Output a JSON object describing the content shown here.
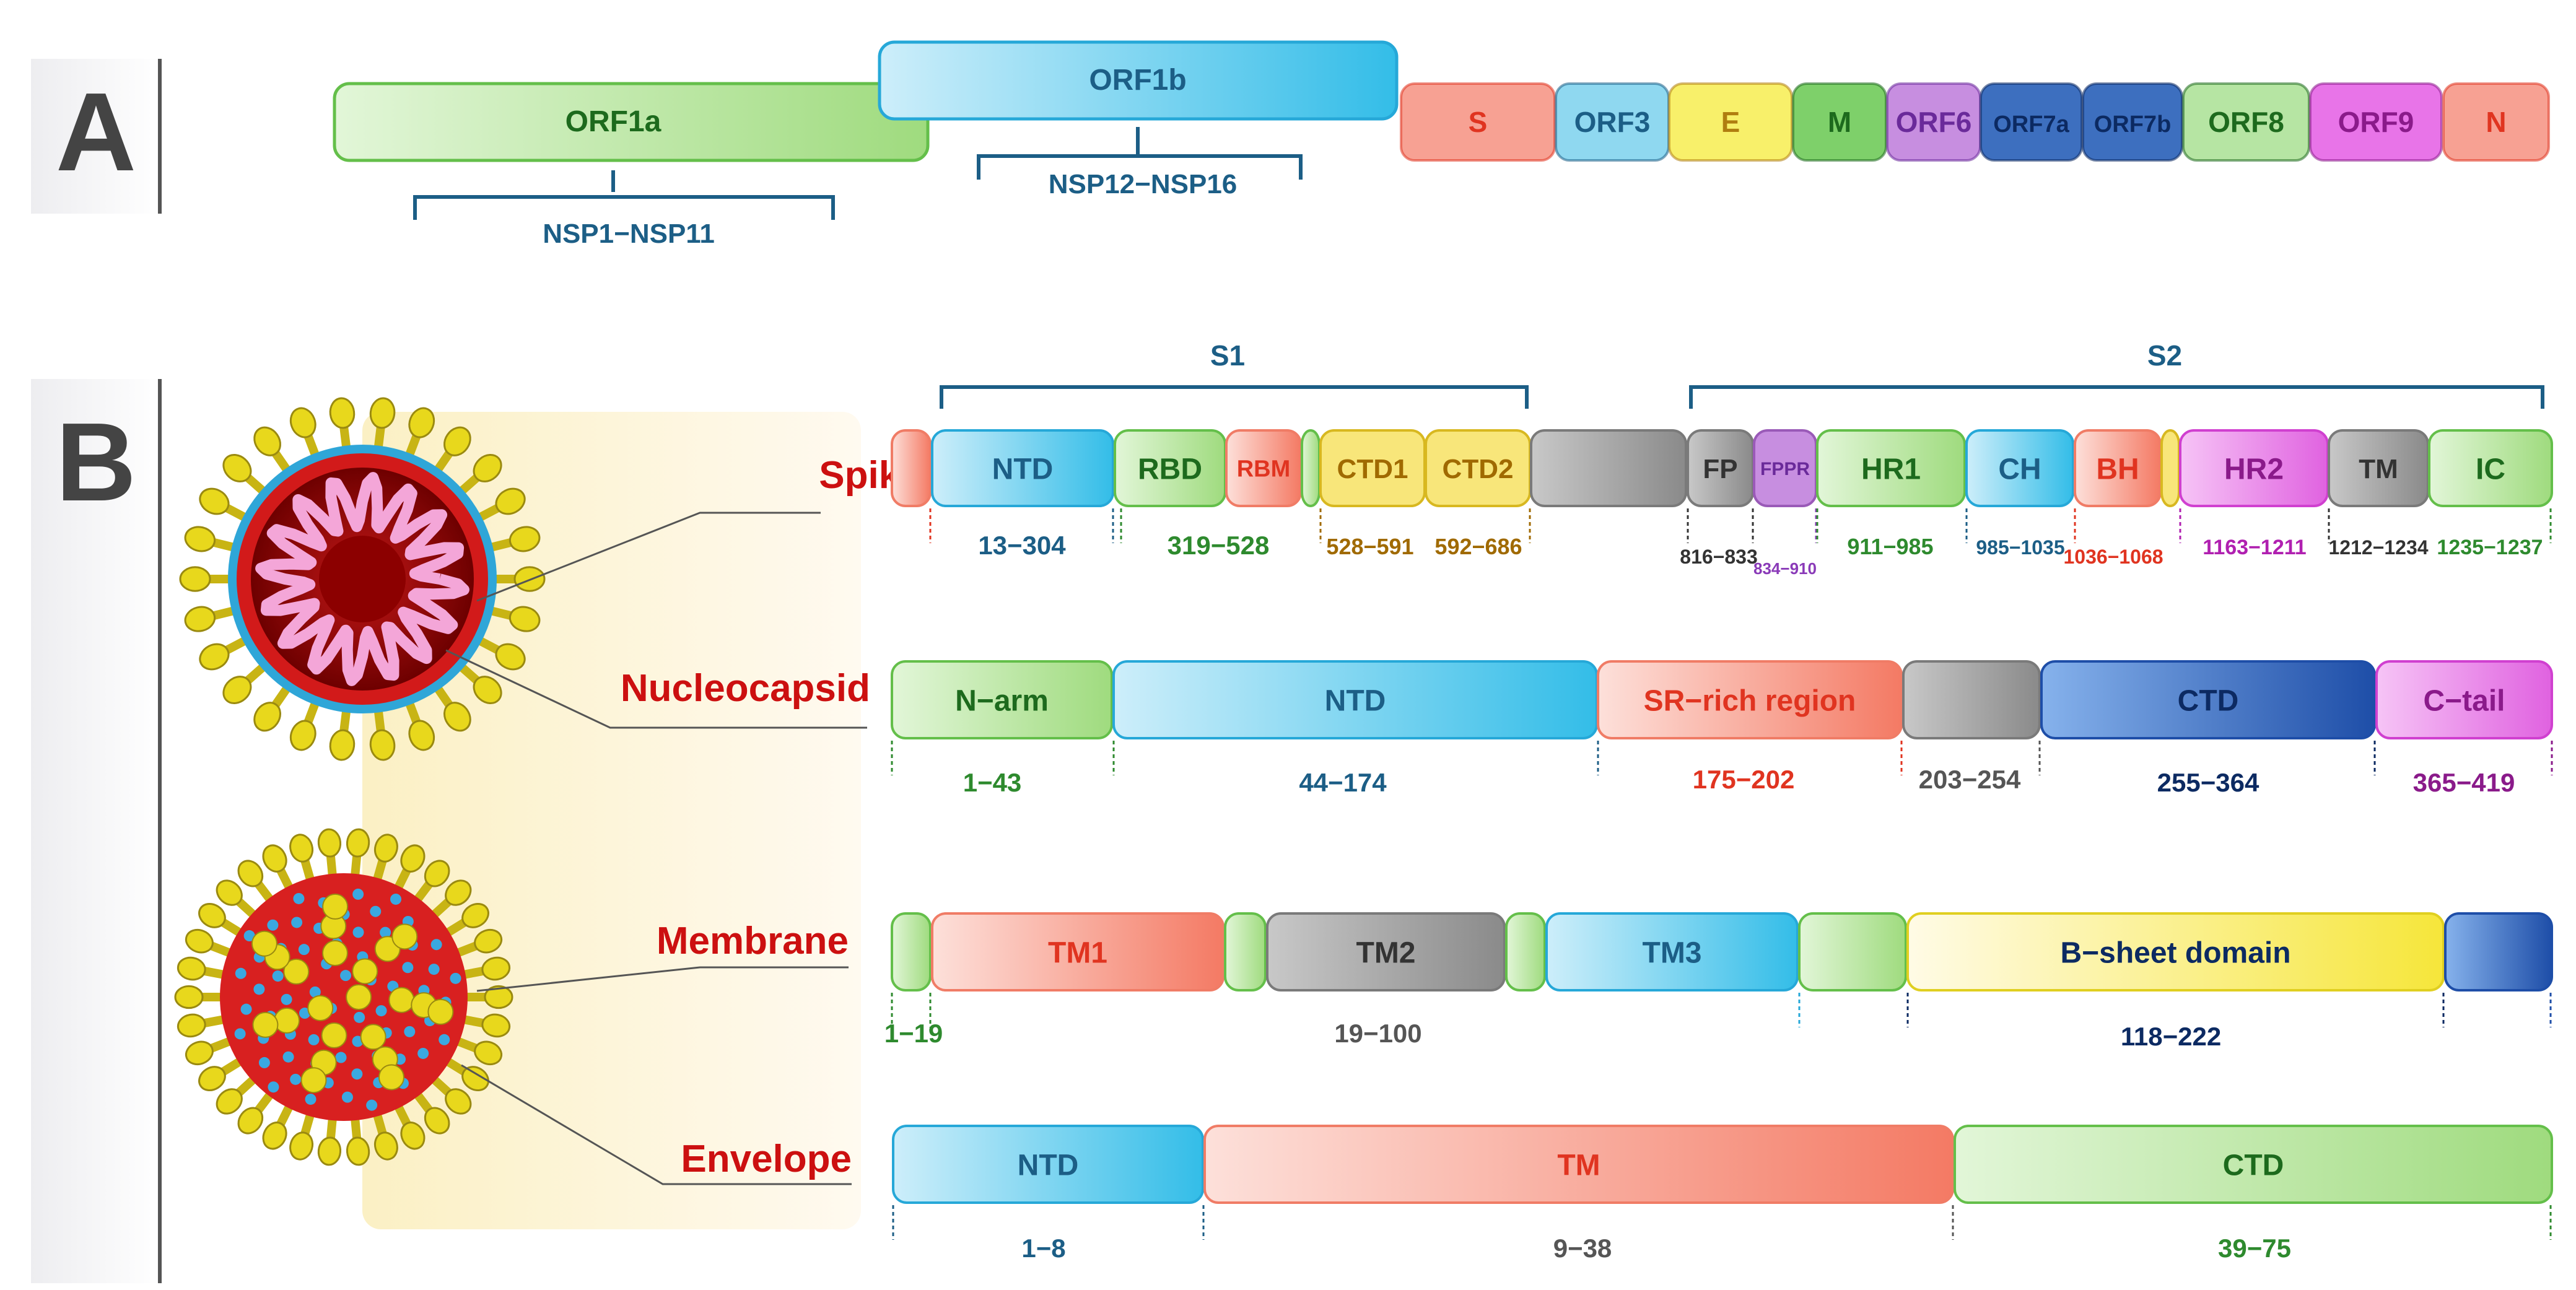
{
  "panel_a": {
    "label": "A",
    "orf1a": "ORF1a",
    "orf1b": "ORF1b",
    "nsp_a": "NSP1−NSP11",
    "nsp_b": "NSP12−NSP16",
    "genes": [
      {
        "label": "S",
        "fill": "#f7a193",
        "text": "#e03420"
      },
      {
        "label": "ORF3",
        "fill": "#8fd8f0",
        "text": "#1c5e86"
      },
      {
        "label": "E",
        "fill": "#f8f06a",
        "text": "#b07d10"
      },
      {
        "label": "M",
        "fill": "#7ed06a",
        "text": "#1d6a1d"
      },
      {
        "label": "ORF6",
        "fill": "#c78ee0",
        "text": "#6a2a9a"
      },
      {
        "label": "ORF7a",
        "fill": "#3d6fbf",
        "text": "#0c2a62"
      },
      {
        "label": "ORF7b",
        "fill": "#3d6fbf",
        "text": "#0c2a62"
      },
      {
        "label": "ORF8",
        "fill": "#b6e5a3",
        "text": "#1d6a1d"
      },
      {
        "label": "ORF9",
        "fill": "#e874e8",
        "text": "#8a1a8a"
      },
      {
        "label": "N",
        "fill": "#f7a193",
        "text": "#e03420"
      }
    ]
  },
  "panel_b": {
    "label": "B",
    "protein_names": {
      "spike": "Spike",
      "nucleocapsid": "Nucleocapsid",
      "membrane": "Membrane",
      "envelope": "Envelope"
    },
    "s1": "S1",
    "s2": "S2",
    "spike_domains": [
      "NTD",
      "RBD",
      "RBM",
      "CTD1",
      "CTD2",
      "FP",
      "FPPR",
      "HR1",
      "CH",
      "BH",
      "HR2",
      "TM",
      "IC"
    ],
    "spike_ranges": [
      "13−304",
      "319−528",
      "528−591",
      "592−686",
      "816−833",
      "834−910",
      "911−985",
      "985−1035",
      "1036−1068",
      "1163−1211",
      "1212−1234",
      "1235−1237"
    ],
    "nucleocapsid_domains": [
      "N−arm",
      "NTD",
      "SR−rich region",
      "CTD",
      "C−tail"
    ],
    "nucleocapsid_ranges": [
      "1−43",
      "44−174",
      "175−202",
      "203−254",
      "255−364",
      "365−419"
    ],
    "membrane_domains": [
      "TM1",
      "TM2",
      "TM3",
      "B−sheet domain"
    ],
    "membrane_ranges": [
      "1−19",
      "19−100",
      "118−222"
    ],
    "envelope_domains": [
      "NTD",
      "TM",
      "CTD"
    ],
    "envelope_ranges": [
      "1−8",
      "9−38",
      "39−75"
    ]
  },
  "colors": {
    "green": "#a8e08a",
    "blue": "#6cc8ec",
    "red": "#f7a193",
    "yellow": "#f8ec8a",
    "gray": "#9a9a9a",
    "purple": "#c78ee0",
    "magenta": "#e874e8",
    "navy": "#2f6cc0",
    "title_red": "#cc1010",
    "bracket": "#1c5e86"
  }
}
